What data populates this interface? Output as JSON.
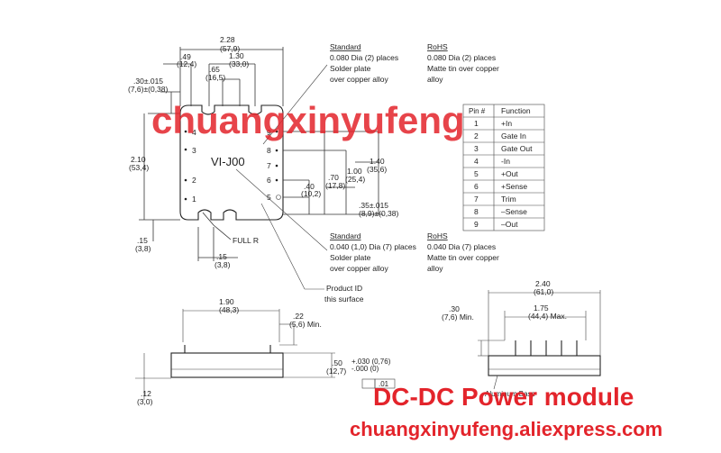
{
  "top_view": {
    "dim_overall_width": "2.28",
    "dim_overall_width_mm": "(57,9)",
    "dim_49": ".49",
    "dim_49_mm": "(12,4)",
    "dim_130": "1.30",
    "dim_130_mm": "(33,0)",
    "dim_65": ".65",
    "dim_65_mm": "(16,5)",
    "dim_30": ".30±.015",
    "dim_30_mm": "(7,6)±(0,38)",
    "dim_210": "2.10",
    "dim_210_mm": "(53,4)",
    "dim_15_left": ".15",
    "dim_15_left_mm": "(3,8)",
    "dim_15_bottom": ".15",
    "dim_15_bottom_mm": "(3,8)",
    "full_r": "FULL R",
    "module_label": "VI-J00",
    "pins_left": [
      "4",
      "3",
      "2",
      "1"
    ],
    "pins_right": [
      "9",
      "8",
      "7",
      "6",
      "5"
    ],
    "dim_140": "1.40",
    "dim_140_mm": "(35,6)",
    "dim_100": "1.00",
    "dim_100_mm": "(25,4)",
    "dim_70": ".70",
    "dim_70_mm": "(17,8)",
    "dim_40": ".40",
    "dim_40_mm": "(10,2)",
    "dim_35": ".35±.015",
    "dim_35_mm": "(8,9)±(0,38)",
    "product_id_1": "Product ID",
    "product_id_2": "this surface"
  },
  "notes": {
    "std_top_title": "Standard",
    "std_top_1": "0.080 Dia (2) places",
    "std_top_2": "Solder plate",
    "std_top_3": "over copper alloy",
    "rohs_top_title": "RoHS",
    "rohs_top_1": "0.080 Dia (2) places",
    "rohs_top_2": "Matte tin over copper",
    "rohs_top_3": "alloy",
    "std_bot_title": "Standard",
    "std_bot_1": "0.040 (1,0) Dia (7) places",
    "std_bot_2": "Solder plate",
    "std_bot_3": "over copper alloy",
    "rohs_bot_title": "RoHS",
    "rohs_bot_1": "0.040 Dia (7) places",
    "rohs_bot_2": "Matte tin over copper",
    "rohs_bot_3": "alloy"
  },
  "pin_table": {
    "headers": [
      "Pin #",
      "Function"
    ],
    "rows": [
      [
        "1",
        "+In"
      ],
      [
        "2",
        "Gate In"
      ],
      [
        "3",
        "Gate Out"
      ],
      [
        "4",
        "-In"
      ],
      [
        "5",
        "+Out"
      ],
      [
        "6",
        "+Sense"
      ],
      [
        "7",
        "Trim"
      ],
      [
        "8",
        "–Sense"
      ],
      [
        "9",
        "–Out"
      ]
    ]
  },
  "side_view": {
    "dim_190": "1.90",
    "dim_190_mm": "(48,3)",
    "dim_22": ".22",
    "dim_22_mm": "(5,6) Min.",
    "dim_50": ".50",
    "dim_50_mm": "(12,7)",
    "tol_plus": "+.030 (0,76)",
    "tol_minus": "-.000 (0)",
    "flatness": ".01",
    "dim_12": ".12",
    "dim_12_mm": "(3,0)"
  },
  "end_view": {
    "dim_240": "2.40",
    "dim_240_mm": "(61,0)",
    "dim_30": ".30",
    "dim_30_mm": "(7,6) Min.",
    "dim_175": "1.75",
    "dim_175_mm": "(44,4) Max.",
    "base_label": "Aluminum Base"
  },
  "watermark": {
    "top": "chuangxinyufeng",
    "title": "DC-DC Power module",
    "url": "chuangxinyufeng.aliexpress.com",
    "color": "#e3242b"
  }
}
